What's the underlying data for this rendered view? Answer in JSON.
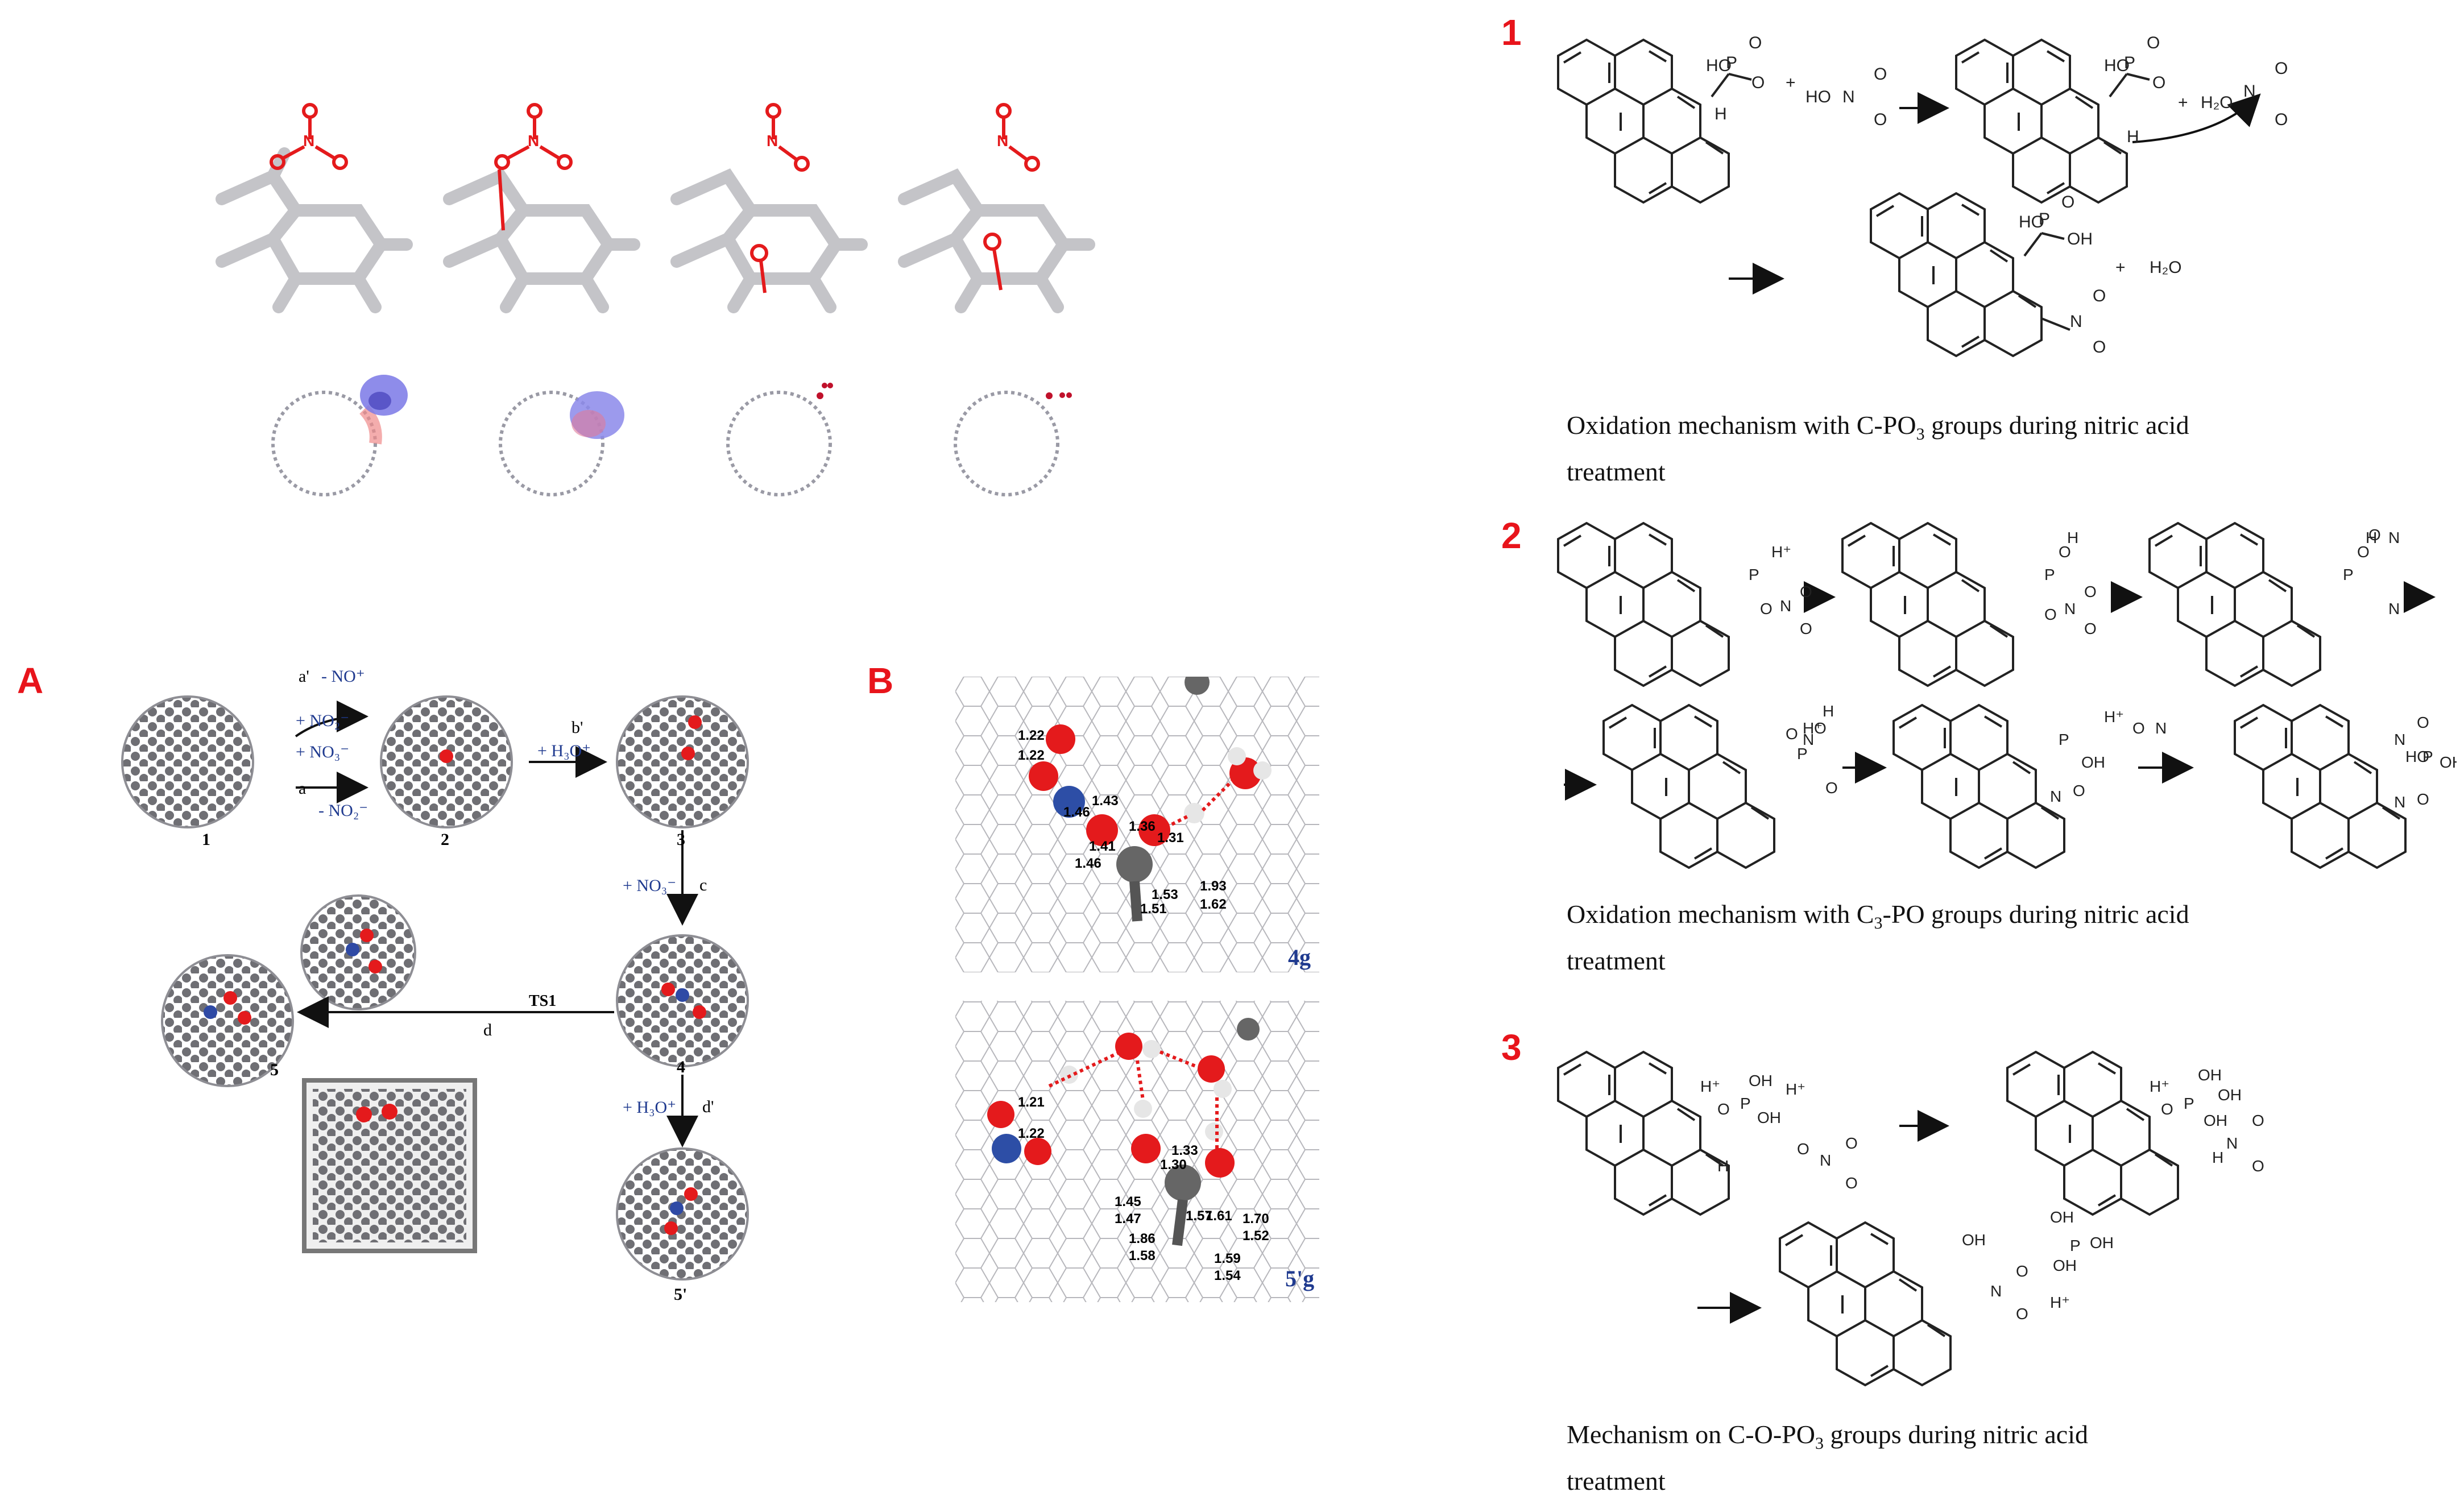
{
  "panels": {
    "A": "A",
    "B": "B",
    "one": "1",
    "two": "2",
    "three": "3"
  },
  "captions": {
    "c1_line1": "Oxidation mechanism with C-PO",
    "c1_sub": "3",
    "c1_tail": " groups during nitric acid",
    "c1_line2": "treatment",
    "c2_line1": "Oxidation mechanism with C",
    "c2_sub": "3",
    "c2_tail": "-PO groups during nitric acid",
    "c2_line2": "treatment",
    "c3_line1": "Mechanism on C-O-PO",
    "c3_sub": "3",
    "c3_tail": " groups during nitric acid",
    "c3_line2": "treatment"
  },
  "schemeA": {
    "step_a_prime": "a'",
    "minus_NO_plus": "- NO⁺",
    "plus_NO2_minus": "+ NO₂⁻",
    "plus_NO3_minus": "+ NO₃⁻",
    "step_a": "a",
    "minus_NO2_minus": "- NO₂⁻",
    "step_b_prime": "b'",
    "plus_H3O": "+ H₃O⁺",
    "step_c": "c",
    "plus_NO3_c": "+ NO₃⁻",
    "step_d": "d",
    "step_d_prime": "d'",
    "plus_H3O_d": "+ H₃O⁺",
    "TS1": "TS1",
    "n1": "1",
    "n2": "2",
    "n3": "3",
    "n4": "4",
    "n5": "5",
    "n5p": "5'"
  },
  "schemeB": {
    "top_labels": [
      "1.22",
      "1.22",
      "1.43",
      "1.46",
      "1.36",
      "1.31",
      "1.41",
      "1.46",
      "1.93",
      "1.62",
      "1.53",
      "1.51"
    ],
    "bottom_labels": [
      "1.21",
      "1.22",
      "1.33",
      "1.30",
      "1.45",
      "1.47",
      "1.86",
      "1.58",
      "1.57",
      "1.61",
      "1.70",
      "1.52",
      "1.59",
      "1.54"
    ],
    "tag_top": "4g",
    "tag_bottom": "5'g"
  },
  "chem": {
    "HO": "HO",
    "OH": "OH",
    "O": "O",
    "P": "P",
    "H": "H",
    "N": "N",
    "H2O": "H₂O",
    "Hplus": "H⁺",
    "plus": "+",
    "HOH2": "HO—N",
    "H3O": "H₃O"
  }
}
